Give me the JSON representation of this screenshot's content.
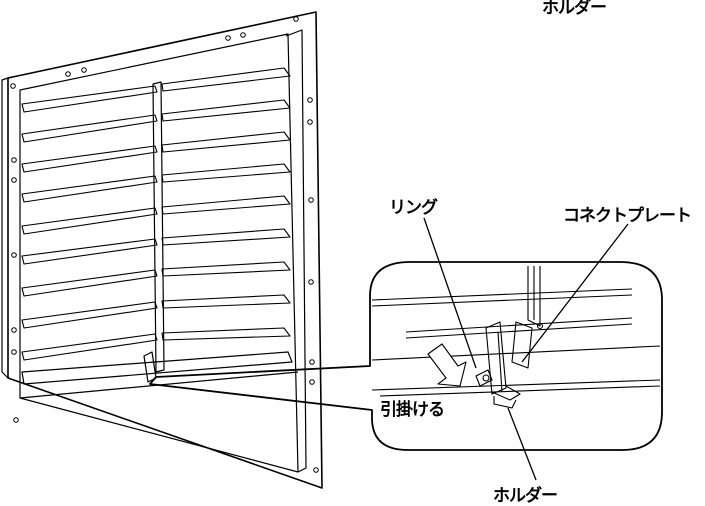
{
  "labels": {
    "top_holder": "ホルダー",
    "ring": "リング",
    "connect_plate": "コネクトプレート",
    "hook": "引掛ける",
    "holder": "ホルダー"
  }
}
